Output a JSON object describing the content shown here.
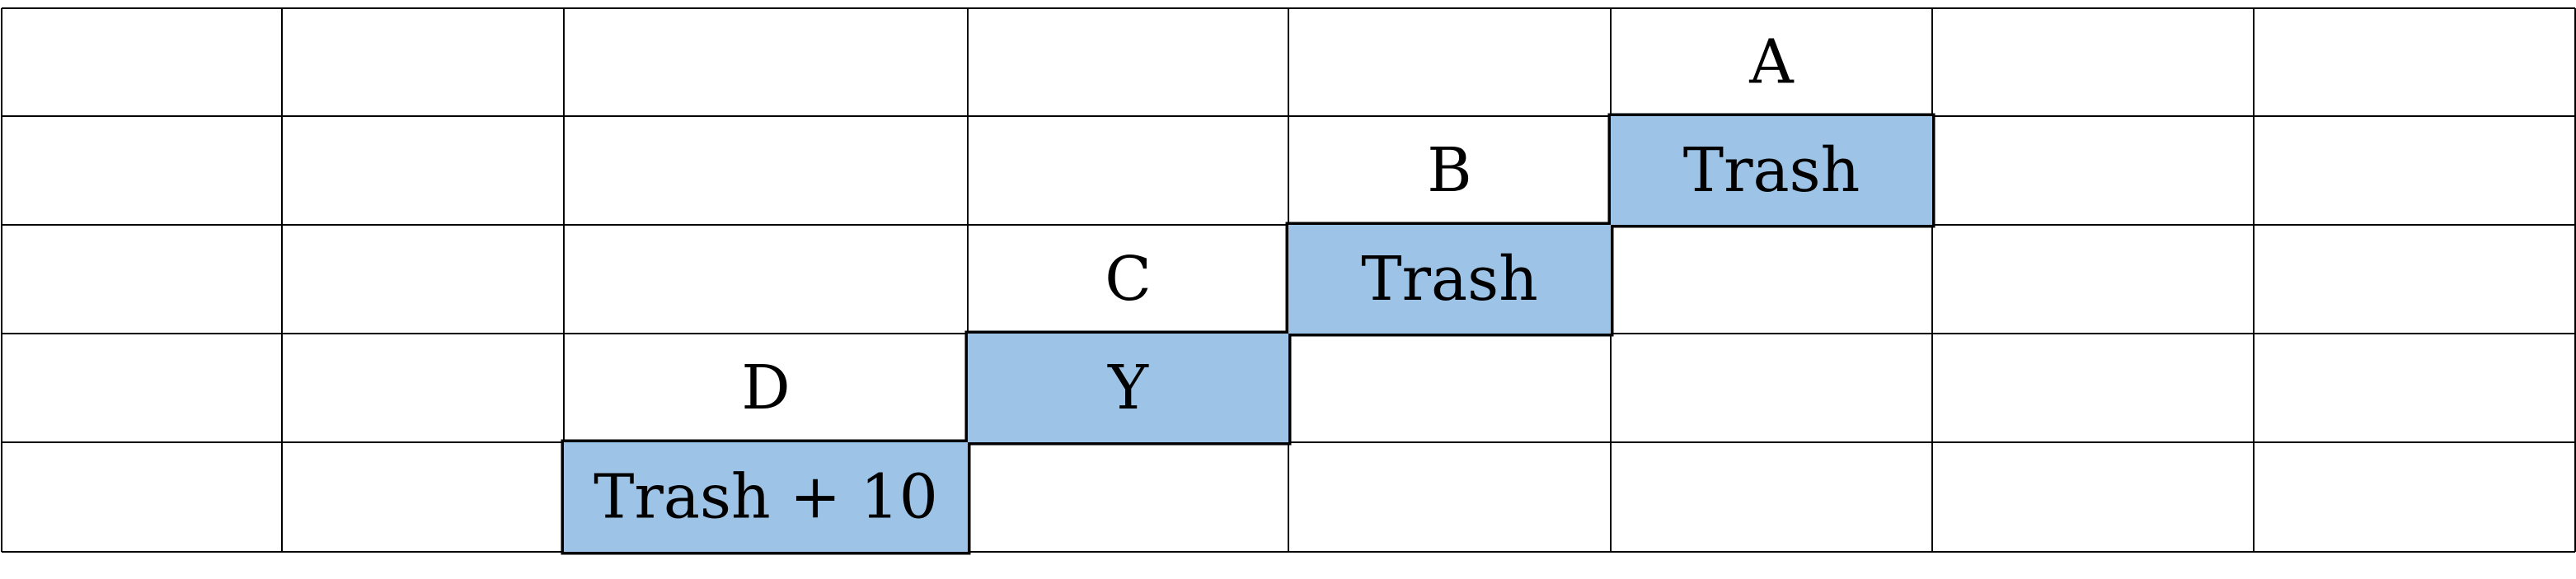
{
  "colors": {
    "highlight_fill": "#9DC3E6",
    "grid_line": "#000000",
    "text": "#000000"
  },
  "grid": {
    "rows": 5,
    "columns": 8
  },
  "cells": [
    {
      "row": 0,
      "col": 5,
      "text": "A",
      "highlighted": false
    },
    {
      "row": 1,
      "col": 4,
      "text": "B",
      "highlighted": false
    },
    {
      "row": 1,
      "col": 5,
      "text": "Trash",
      "highlighted": true
    },
    {
      "row": 2,
      "col": 3,
      "text": "C",
      "highlighted": false
    },
    {
      "row": 2,
      "col": 4,
      "text": "Trash",
      "highlighted": true
    },
    {
      "row": 3,
      "col": 2,
      "text": "D",
      "highlighted": false
    },
    {
      "row": 3,
      "col": 3,
      "text": "Y",
      "highlighted": true
    },
    {
      "row": 4,
      "col": 2,
      "text": "Trash + 10",
      "highlighted": true
    }
  ]
}
